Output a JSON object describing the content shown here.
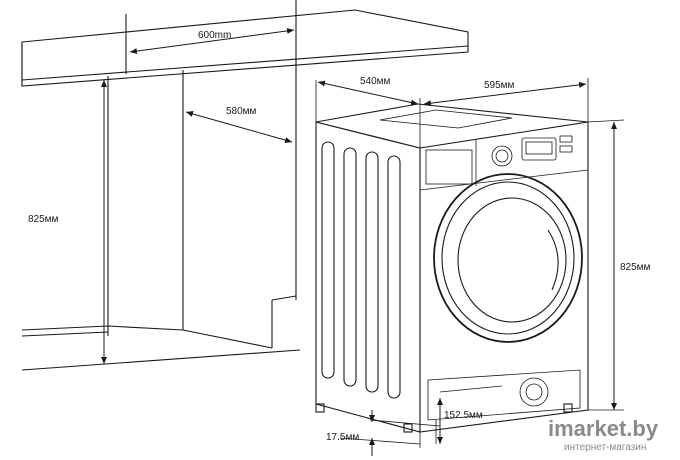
{
  "dimensions": {
    "cabinet_width": "600mm",
    "cabinet_depth": "580мм",
    "cabinet_height": "825мм",
    "machine_depth": "540мм",
    "machine_width": "595мм",
    "machine_height": "825мм",
    "foot_height": "17.5мм",
    "door_protrusion": "152.5мм"
  },
  "watermark": {
    "brand": "imarket.by",
    "tagline": "интернет-магазин"
  },
  "colors": {
    "ink": "#1a1a1a",
    "watermark": "#8a8a8a"
  }
}
